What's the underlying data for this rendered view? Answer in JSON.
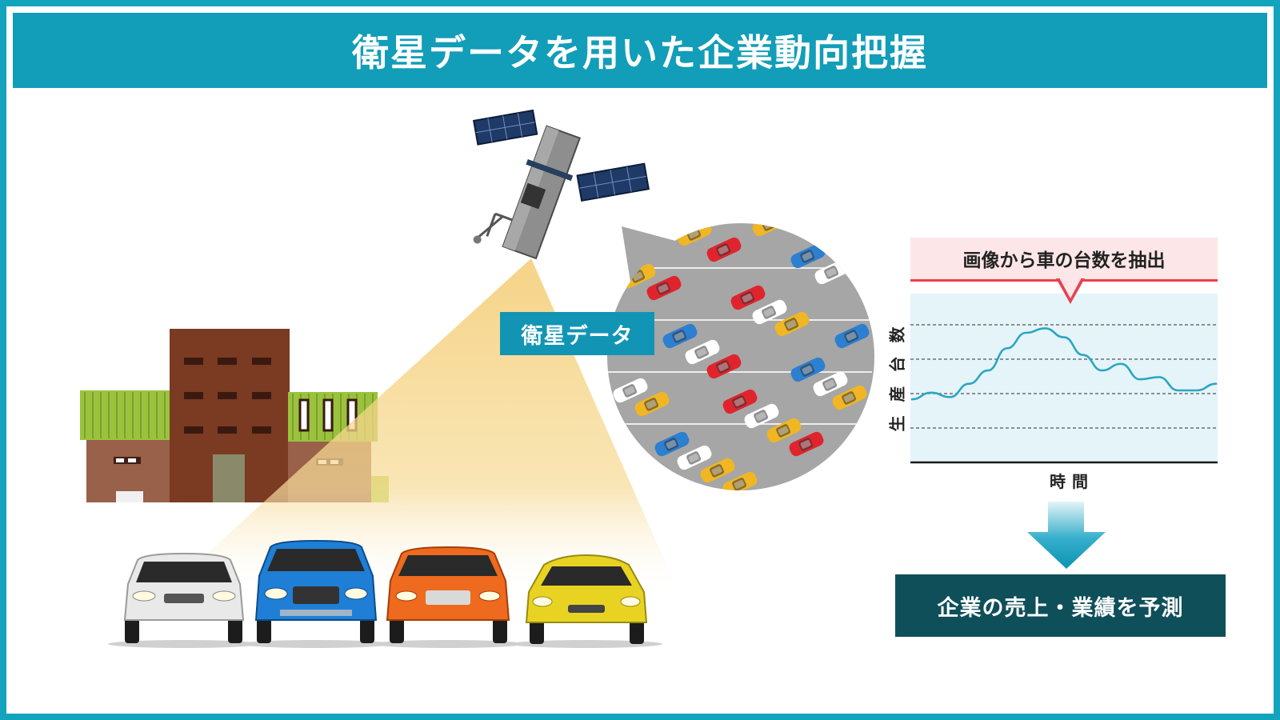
{
  "title": "衛星データを用いた企業動向把握",
  "satellite_label": "衛星データ",
  "callout": "画像から車の台数を抽出",
  "chart_data": {
    "type": "line",
    "ylabel": "生産台数",
    "xlabel": "時間",
    "grid": true,
    "series": [
      {
        "values": [
          4.2,
          4.5,
          4.3,
          4.9,
          5.5,
          6.5,
          7.2,
          7.4,
          7.0,
          6.2,
          5.5,
          5.8,
          5.1,
          5.2,
          4.6,
          4.6,
          4.9
        ]
      }
    ]
  },
  "result": "企業の売上・業績を予測",
  "colors": {
    "frame": "#12a3bd",
    "title_bg": "#129db8",
    "label_bg": "#1295b4",
    "callout_bg": "#fde6e8",
    "callout_line": "#e8414f",
    "chart_bg": "#e5f4f8",
    "chart_line": "#2ba6c2",
    "result_bg": "#0f4f5a"
  }
}
